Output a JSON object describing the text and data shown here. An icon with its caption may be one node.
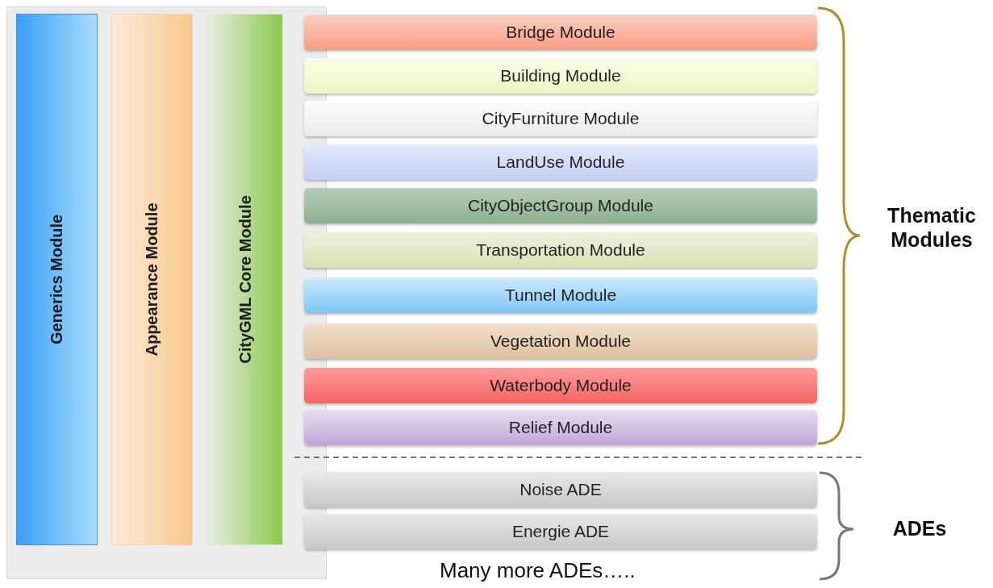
{
  "diagram": {
    "nodes": [
      {
        "text": [
          "Generics Module"
        ]
      },
      {
        "text": [
          "Appearance Module"
        ]
      },
      {
        "text": [
          "CityGML Core Module"
        ]
      },
      {
        "text": [
          "Bridge Module"
        ]
      },
      {
        "text": [
          "Building Module"
        ]
      },
      {
        "text": [
          "CityFurniture Module"
        ]
      },
      {
        "text": [
          "LandUse Module"
        ]
      },
      {
        "text": [
          "CityObjectGroup Module"
        ]
      },
      {
        "text": [
          "Transportation Module"
        ]
      },
      {
        "text": [
          "Tunnel Module"
        ]
      },
      {
        "text": [
          "Vegetation Module"
        ]
      },
      {
        "text": [
          "Waterbody Module"
        ]
      },
      {
        "text": [
          "Relief Module"
        ]
      },
      {
        "text": [
          "Noise ADE"
        ]
      },
      {
        "text": [
          "Energie ADE"
        ]
      }
    ],
    "edges": [],
    "labels": [
      "Thematic Modules",
      "ADEs",
      "Many more ADEs….."
    ]
  }
}
